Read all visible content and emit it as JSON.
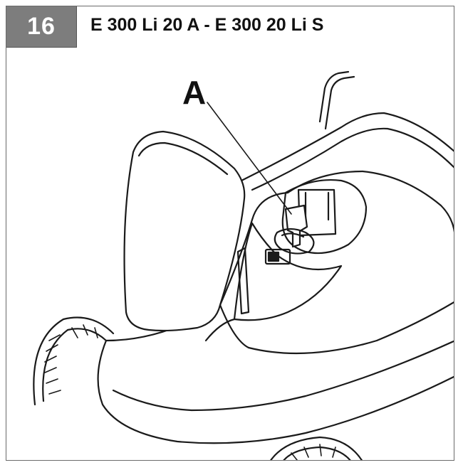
{
  "figure": {
    "step_number": "16",
    "model_title": "E 300 Li 20 A - E 300 20 Li S",
    "callout_label": "A"
  },
  "icons": [
    "battery-icon",
    "key-icon"
  ]
}
